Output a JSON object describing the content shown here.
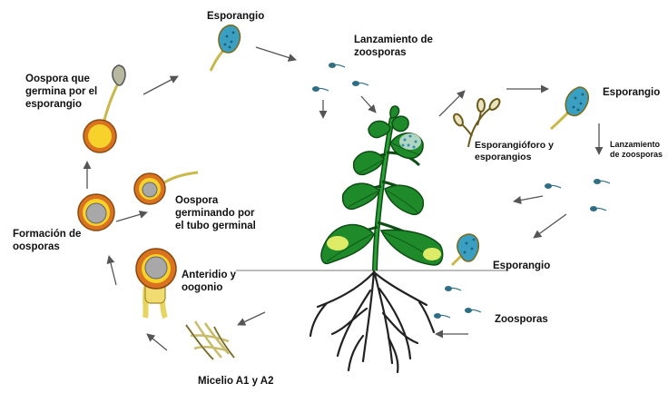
{
  "diagram": {
    "labels": {
      "esporangio_top": "Esporangio",
      "lanzamiento_top": "Lanzamiento de\nzoosporas",
      "oospora_germina_esporangio": "Oospora que\ngermina por el\nesporangio",
      "esporangioforo": "Esporangióforo y\nesporangios",
      "esporangio_right": "Esporangio",
      "lanzamiento_right": "Lanzamiento\nde zoosporas",
      "oospora_tubo": "Oospora\ngerminando por\nel tubo germinal",
      "formacion_oosporas": "Formación de\noosporas",
      "anteridio_oogonio": "Anteridio y\noogonio",
      "esporangio_leaf": "Esporangio",
      "zoosporas": "Zoosporas",
      "micelio": "Micelio A1 y A2"
    },
    "colors": {
      "plant_green": "#1f8a2a",
      "plant_dark": "#0d4d14",
      "oospore_orange": "#d9731f",
      "oospore_yellow": "#f6d22a",
      "sporangium_blue": "#3a9fc0",
      "sporangium_yellow": "#e8d36a",
      "zoospore_teal": "#2f6f86",
      "lesion_yellow": "#e8f06a",
      "arrow_gray": "#555555",
      "soil_gray": "#bdbdbd"
    }
  }
}
